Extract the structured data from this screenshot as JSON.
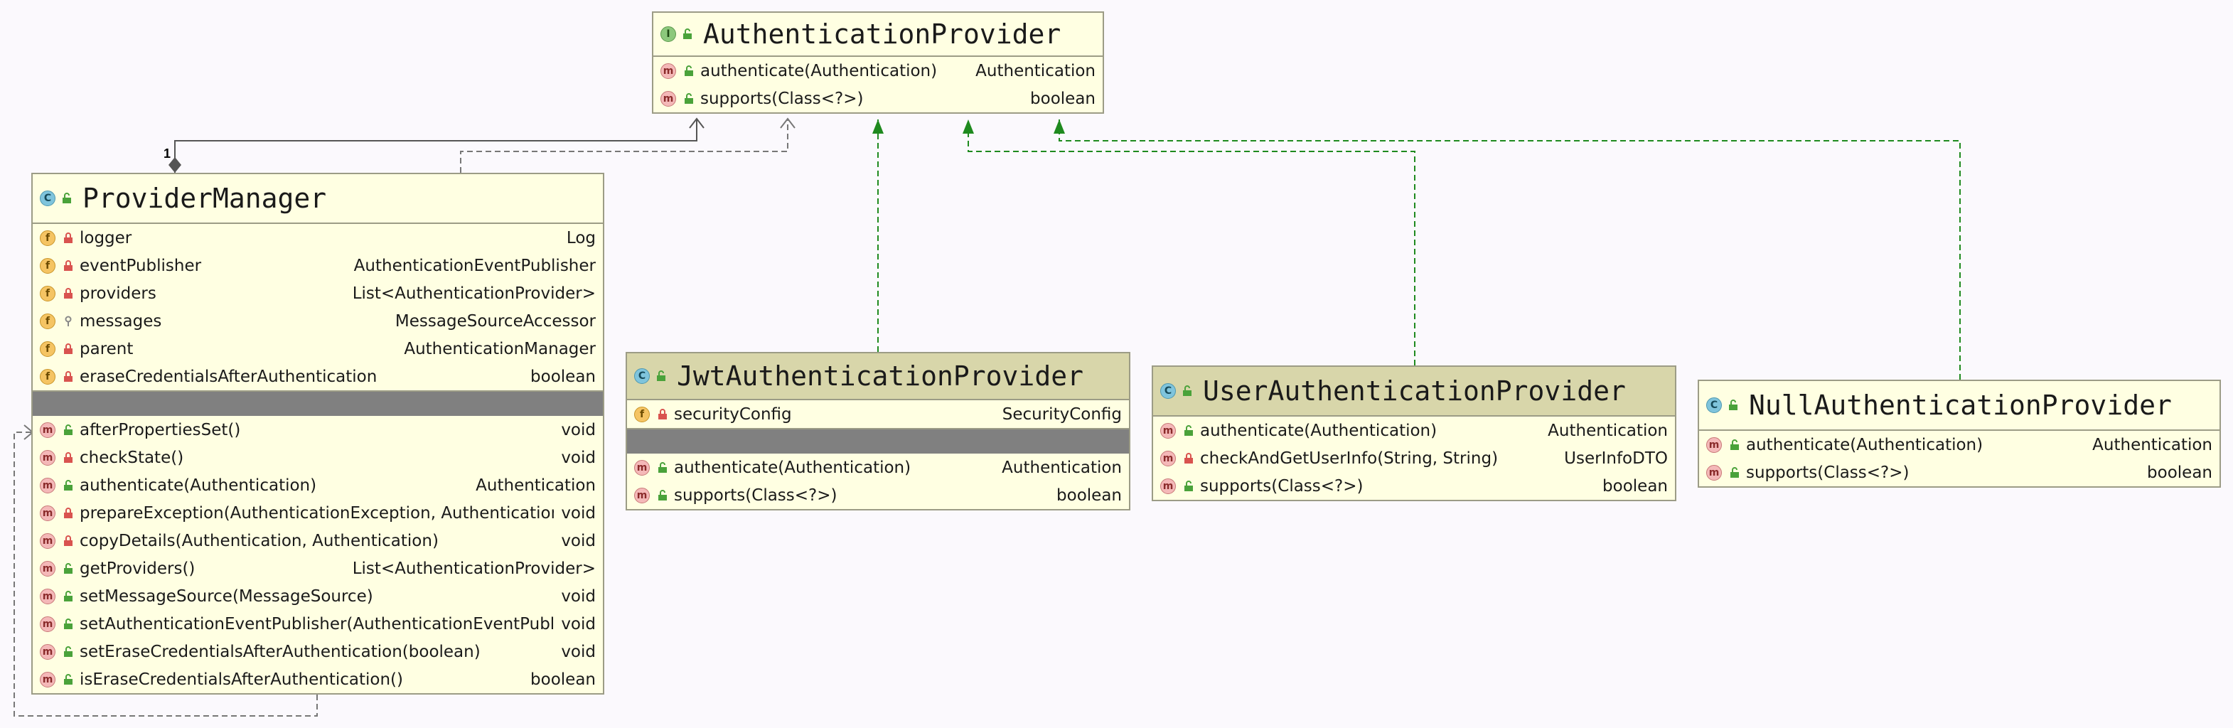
{
  "classes": {
    "authentication_provider": {
      "kind": "I",
      "name": "AuthenticationProvider",
      "methods": [
        {
          "name": "authenticate(Authentication)",
          "type": "Authentication",
          "vis": "public"
        },
        {
          "name": "supports(Class<?>)",
          "type": "boolean",
          "vis": "public"
        }
      ]
    },
    "provider_manager": {
      "kind": "C",
      "name": "ProviderManager",
      "fields": [
        {
          "name": "logger",
          "type": "Log",
          "vis": "private"
        },
        {
          "name": "eventPublisher",
          "type": "AuthenticationEventPublisher",
          "vis": "private"
        },
        {
          "name": "providers",
          "type": "List<AuthenticationProvider>",
          "vis": "private"
        },
        {
          "name": "messages",
          "type": "MessageSourceAccessor",
          "vis": "protected"
        },
        {
          "name": "parent",
          "type": "AuthenticationManager",
          "vis": "private"
        },
        {
          "name": "eraseCredentialsAfterAuthentication",
          "type": "boolean",
          "vis": "private"
        }
      ],
      "methods": [
        {
          "name": "afterPropertiesSet()",
          "type": "void",
          "vis": "public"
        },
        {
          "name": "checkState()",
          "type": "void",
          "vis": "private"
        },
        {
          "name": "authenticate(Authentication)",
          "type": "Authentication",
          "vis": "public"
        },
        {
          "name": "prepareException(AuthenticationException, Authentication)",
          "type": "void",
          "vis": "private"
        },
        {
          "name": "copyDetails(Authentication, Authentication)",
          "type": "void",
          "vis": "private"
        },
        {
          "name": "getProviders()",
          "type": "List<AuthenticationProvider>",
          "vis": "public"
        },
        {
          "name": "setMessageSource(MessageSource)",
          "type": "void",
          "vis": "public"
        },
        {
          "name": "setAuthenticationEventPublisher(AuthenticationEventPublisher)",
          "type": "void",
          "vis": "public"
        },
        {
          "name": "setEraseCredentialsAfterAuthentication(boolean)",
          "type": "void",
          "vis": "public"
        },
        {
          "name": "isEraseCredentialsAfterAuthentication()",
          "type": "boolean",
          "vis": "public"
        }
      ]
    },
    "jwt_authentication_provider": {
      "kind": "C",
      "name": "JwtAuthenticationProvider",
      "fields": [
        {
          "name": "securityConfig",
          "type": "SecurityConfig",
          "vis": "private"
        }
      ],
      "methods": [
        {
          "name": "authenticate(Authentication)",
          "type": "Authentication",
          "vis": "public"
        },
        {
          "name": "supports(Class<?>)",
          "type": "boolean",
          "vis": "public"
        }
      ]
    },
    "user_authentication_provider": {
      "kind": "C",
      "name": "UserAuthenticationProvider",
      "methods": [
        {
          "name": "authenticate(Authentication)",
          "type": "Authentication",
          "vis": "public"
        },
        {
          "name": "checkAndGetUserInfo(String, String)",
          "type": "UserInfoDTO",
          "vis": "private"
        },
        {
          "name": "supports(Class<?>)",
          "type": "boolean",
          "vis": "public"
        }
      ]
    },
    "null_authentication_provider": {
      "kind": "C",
      "name": "NullAuthenticationProvider",
      "methods": [
        {
          "name": "authenticate(Authentication)",
          "type": "Authentication",
          "vis": "public"
        },
        {
          "name": "supports(Class<?>)",
          "type": "boolean",
          "vis": "public"
        }
      ]
    }
  },
  "relations": {
    "composition_multiplicity": "1"
  },
  "colors": {
    "box_fill": "#ffffe2",
    "box_border": "#9c9c86",
    "header_fill_selected": "#d8d6aa",
    "implements_edge": "#1f8a1f",
    "association_edge": "#555555"
  }
}
